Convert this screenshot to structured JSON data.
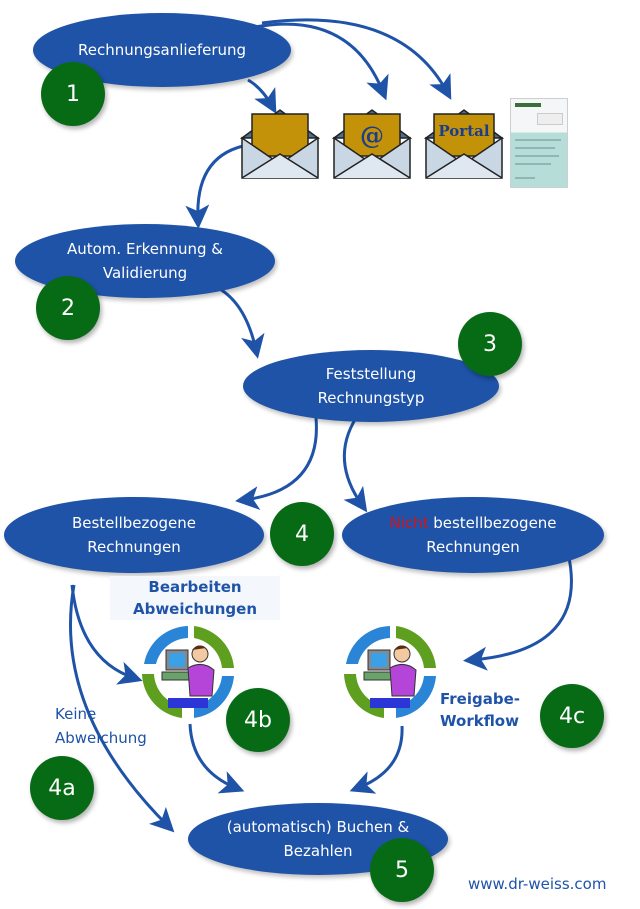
{
  "diagram": {
    "title": "Rechnungseingang Prozess",
    "nodes": {
      "n1": {
        "lines": [
          "Rechnungsanlieferung"
        ]
      },
      "n2": {
        "lines": [
          "Autom. Erkennung &",
          "Validierung"
        ]
      },
      "n3": {
        "lines": [
          "Feststellung",
          "Rechnungstyp"
        ]
      },
      "n4_left": {
        "lines": [
          "Bestellbezogene",
          "Rechnungen"
        ]
      },
      "n4_right": {
        "highlight": "Nicht",
        "line1_rest": " bestellbezogene",
        "line2": "Rechnungen"
      },
      "n5": {
        "lines": [
          "(automatisch) Buchen &",
          "Bezahlen"
        ]
      }
    },
    "badges": {
      "b1": "1",
      "b2": "2",
      "b3": "3",
      "b4": "4",
      "b4a": "4a",
      "b4b": "4b",
      "b4c": "4c",
      "b5": "5"
    },
    "channels": [
      {
        "name": "paper-letter",
        "label": ""
      },
      {
        "name": "email",
        "label": "@"
      },
      {
        "name": "portal",
        "label": "Portal"
      },
      {
        "name": "scanned-invoice",
        "label": ""
      }
    ],
    "labels": {
      "bearbeiten": [
        "Bearbeiten",
        "Abweichungen"
      ],
      "freigabe": [
        "Freigabe-",
        "Workflow"
      ],
      "keine": [
        "Keine",
        "Abweichung"
      ]
    },
    "footer": {
      "url": "www.dr-weiss.com"
    },
    "colors": {
      "node_blue": "#1f53a8",
      "badge_green": "#076b16",
      "highlight_red": "#d4141c",
      "envelope_gold": "#c49208"
    }
  }
}
